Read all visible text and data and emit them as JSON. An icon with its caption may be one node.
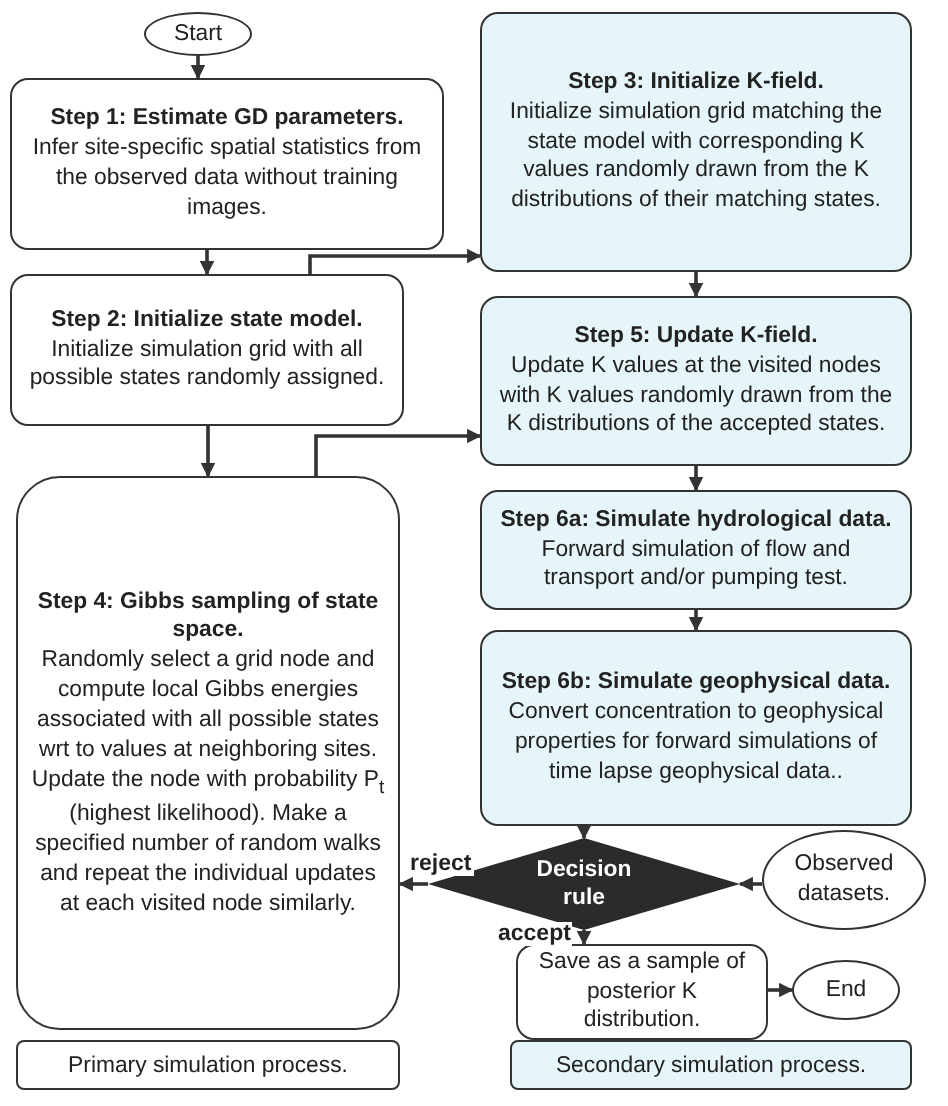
{
  "diagram": {
    "nodes": [
      {
        "text": [
          "Start"
        ]
      },
      {
        "text": [
          "Step 1: Estimate GD parameters.",
          "Infer site-specific spatial statistics from the observed data without training images."
        ]
      },
      {
        "text": [
          "Step 2: Initialize state model.",
          "Initialize simulation grid with all possible states randomly assigned."
        ]
      },
      {
        "text": [
          "Step 4: Gibbs sampling of state space.",
          "Randomly select a grid node and compute local Gibbs energies associated with all possible states wrt to values at neighboring sites. Update the node with probability P$_{t}$ (highest likelihood). Make a specified number of random walks and repeat the individual updates at each visited node similarly."
        ]
      },
      {
        "text": [
          "Step 3: Initialize K-field.",
          "Initialize simulation grid matching the state model with corresponding K values randomly drawn from the K distributions of their matching states."
        ]
      },
      {
        "text": [
          "Step 5: Update K-field.",
          "Update K values at the visited nodes with K values randomly drawn from the K distributions of the accepted states."
        ]
      },
      {
        "text": [
          "Step 6a: Simulate hydrological data.",
          "Forward simulation of flow and transport and/or pumping test."
        ]
      },
      {
        "text": [
          "Step 6b: Simulate geophysical data.",
          "Convert concentration to geophysical properties for forward simulations of time lapse geophysical data.."
        ]
      },
      {
        "text": [
          "Decision rule"
        ]
      },
      {
        "text": [
          "Observed datasets."
        ]
      },
      {
        "text": [
          "Save as a sample of posterior K distribution."
        ]
      },
      {
        "text": [
          "End"
        ]
      }
    ],
    "edges": [
      {
        "from": 0,
        "to": 1,
        "arrow": "to"
      },
      {
        "from": 1,
        "to": 2,
        "arrow": "to"
      },
      {
        "from": 2,
        "to": 4,
        "arrow": "to"
      },
      {
        "from": 2,
        "to": 3,
        "arrow": "to"
      },
      {
        "from": 3,
        "to": 5,
        "arrow": "to"
      },
      {
        "from": 4,
        "to": 5,
        "arrow": "to"
      },
      {
        "from": 5,
        "to": 6,
        "arrow": "to"
      },
      {
        "from": 6,
        "to": 7,
        "arrow": "to"
      },
      {
        "from": 7,
        "to": 8,
        "arrow": "to"
      },
      {
        "from": 9,
        "to": 8,
        "arrow": "to"
      },
      {
        "from": 8,
        "to": 3,
        "arrow": "to",
        "label": "reject"
      },
      {
        "from": 8,
        "to": 10,
        "arrow": "to",
        "label": "accept"
      },
      {
        "from": 10,
        "to": 11,
        "arrow": "to"
      }
    ],
    "legend": [
      {
        "text": "Primary simulation process.",
        "color": "#ffffff"
      },
      {
        "text": "Secondary simulation process.",
        "color": "#e6f5f9"
      }
    ]
  }
}
